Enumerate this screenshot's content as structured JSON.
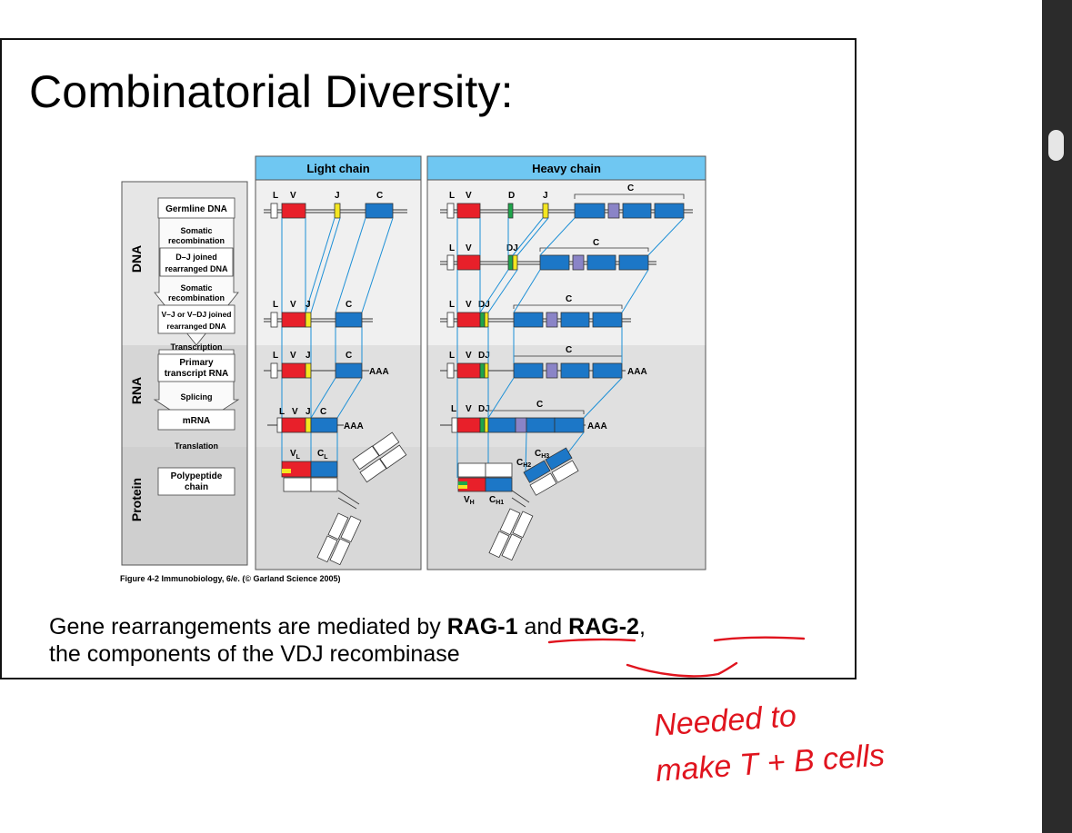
{
  "slide": {
    "title": "Combinatorial Diversity:",
    "caption": {
      "part1": "Gene rearrangements are mediated by ",
      "rag1": "RAG-1",
      "part2": " and ",
      "rag2": "RAG-2",
      "part3": ",",
      "line2": "the components of the VDJ recombinase"
    },
    "figure_credit": "Figure 4-2  Immunobiology, 6/e. (© Garland Science 2005)"
  },
  "diagram": {
    "panel_light": "Light chain",
    "panel_heavy": "Heavy chain",
    "sections": [
      "DNA",
      "RNA",
      "Protein"
    ],
    "steps": {
      "germline": "Germline DNA",
      "somatic1_a": "Somatic",
      "somatic1_b": "recombination",
      "dj_a": "D–J joined",
      "dj_b": "rearranged DNA",
      "somatic2_a": "Somatic",
      "somatic2_b": "recombination",
      "vj_a": "V–J or V–DJ joined",
      "vj_b": "rearranged DNA",
      "transcription": "Transcription",
      "primary_a": "Primary",
      "primary_b": "transcript RNA",
      "splicing": "Splicing",
      "mrna": "mRNA",
      "translation": "Translation",
      "poly_a": "Polypeptide",
      "poly_b": "chain"
    },
    "gene_labels": {
      "L": "L",
      "V": "V",
      "D": "D",
      "J": "J",
      "C": "C",
      "DJ": "DJ",
      "AAA": "AAA",
      "VL": "V",
      "VL_sub": "L",
      "CL": "C",
      "CL_sub": "L",
      "VH": "V",
      "VH_sub": "H",
      "CH1": "C",
      "CH1_sub": "H1",
      "CH2": "C",
      "CH2_sub": "H2",
      "CH3": "C",
      "CH3_sub": "H3"
    },
    "colors": {
      "leader": "#ffffff",
      "V": "#e8202a",
      "D": "#1fa54b",
      "J": "#f4e620",
      "C": "#1c77c7",
      "C_domain": "#8a84c7",
      "panel_header": "#6fc7f2",
      "line": "#1c8fd6"
    }
  },
  "annotation": {
    "line1": "Needed to",
    "line2": "make T + B cells",
    "color": "#e0141e"
  }
}
